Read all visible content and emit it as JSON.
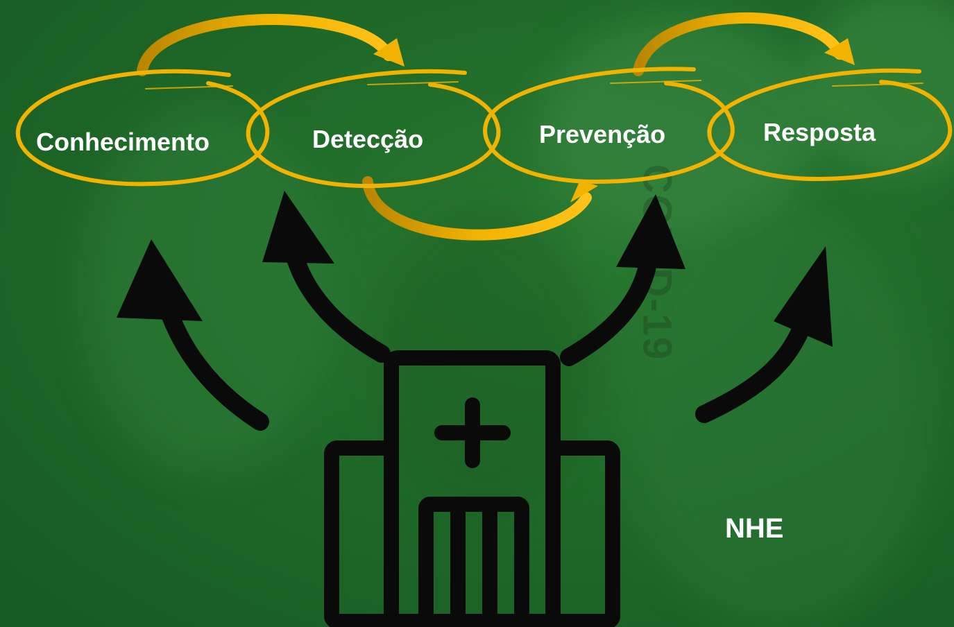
{
  "background": {
    "watermark_text": "COVID-19",
    "color": "#1f6a29"
  },
  "diagram": {
    "stages": [
      {
        "label": "Conhecimento"
      },
      {
        "label": "Detecção"
      },
      {
        "label": "Prevenção"
      },
      {
        "label": "Resposta"
      }
    ],
    "hub_label": "NHE",
    "hub_icon": "hospital-icon"
  },
  "colors": {
    "accent": "#f2b300",
    "accent_dark": "#b98600",
    "arrow": "#0a0a0a",
    "text": "#ffffff"
  }
}
